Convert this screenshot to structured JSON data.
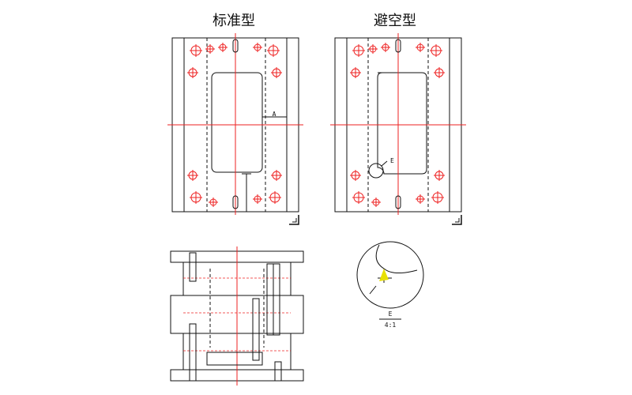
{
  "views": {
    "standard_title": "标准型",
    "clearance_title": "避空型"
  },
  "labels": {
    "dim_a": "A",
    "detail_callout": "E",
    "detail_name": "E",
    "detail_scale": "4:1"
  }
}
